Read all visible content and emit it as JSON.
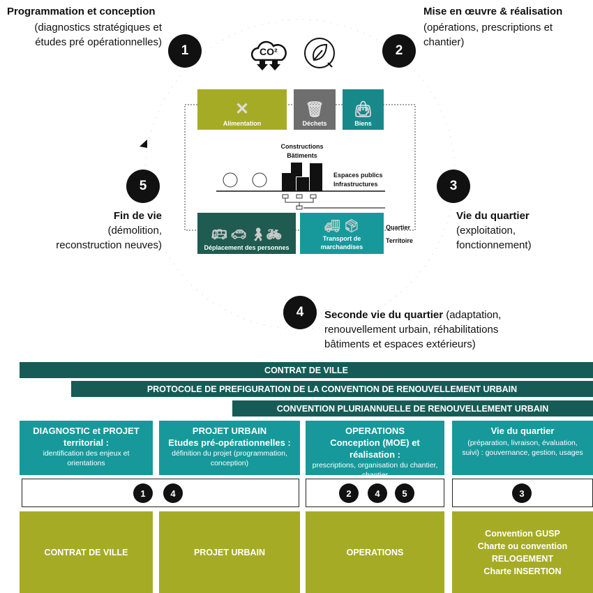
{
  "stages": [
    {
      "num": "1",
      "title": "Programmation et conception",
      "desc": [
        "(diagnostics stratégiques et",
        "études pré opérationnelles)"
      ]
    },
    {
      "num": "2",
      "title": "Mise en œuvre & réalisation",
      "desc": [
        "(opérations, prescriptions et",
        "chantier)"
      ]
    },
    {
      "num": "3",
      "title": "Vie du quartier",
      "desc": [
        "(exploitation,",
        "fonctionnement)"
      ]
    },
    {
      "num": "4",
      "title": "Seconde vie du quartier",
      "desc_inline": " (adaptation,",
      "desc": [
        "renouvellement urbain, réhabilitations",
        "bâtiments et espaces extérieurs)"
      ]
    },
    {
      "num": "5",
      "title": "Fin de vie",
      "desc": [
        "(démolition,",
        "reconstruction neuves)"
      ]
    }
  ],
  "co2": "CO²",
  "flows": {
    "alimentation": "Alimentation",
    "dechets": "Déchets",
    "biens": "Biens",
    "deplacement": "Déplacement des personnes",
    "transport": "Transport de marchandises"
  },
  "labels": {
    "constructions": "Constructions",
    "batiments": "Bâtiments",
    "espaces": "Espaces publics",
    "infra": "Infrastructures",
    "quartier": "Quartier",
    "territoire": "Territoire"
  },
  "bands": [
    "CONTRAT DE VILLE",
    "PROTOCOLE DE PREFIGURATION DE LA CONVENTION DE RENOUVELLEMENT URBAIN",
    "CONVENTION PLURIANNUELLE DE RENOUVELLEMENT URBAIN"
  ],
  "phases": [
    {
      "h1": "DIAGNOSTIC et PROJET",
      "h2": "territorial :",
      "d": "identification des enjeux et orientations"
    },
    {
      "h1": "PROJET URBAIN",
      "h2": "Etudes pré-opérationnelles :",
      "d": "définition du projet (programmation, conception)"
    },
    {
      "h1": "OPERATIONS",
      "h2": "Conception (MOE) et réalisation :",
      "d": "prescriptions, organisation du chantier, chantier"
    },
    {
      "h1": "Vie du quartier",
      "h2": "",
      "d": "(préparation, livraison, évaluation, suivi) : gouvernance, gestion, usages"
    }
  ],
  "stage_refs": [
    [
      "1",
      "4"
    ],
    [
      "2",
      "4",
      "5"
    ],
    [
      "3"
    ]
  ],
  "outputs": [
    [
      "CONTRAT DE VILLE"
    ],
    [
      "PROJET URBAIN"
    ],
    [
      "OPERATIONS"
    ],
    [
      "Convention GUSP",
      "Charte ou convention",
      "RELOGEMENT",
      "Charte INSERTION"
    ]
  ],
  "colors": {
    "teal": "#17999b",
    "dark": "#175b56",
    "olive": "#a6ab26",
    "gray": "#6e6e6e"
  }
}
